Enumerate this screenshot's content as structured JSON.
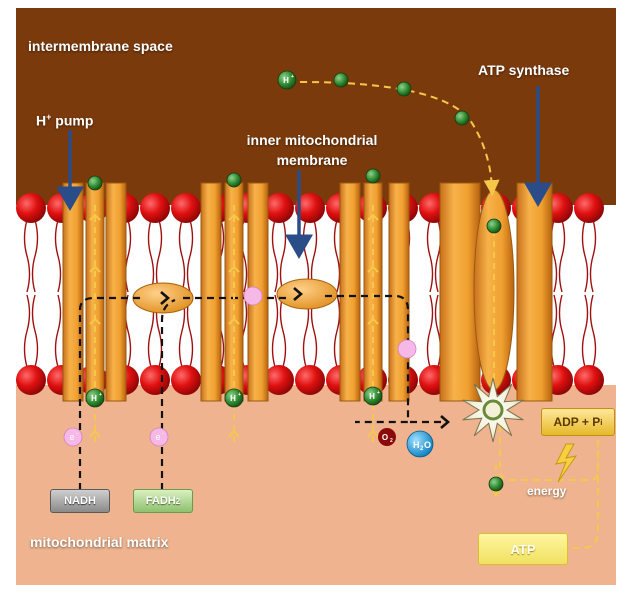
{
  "labels": {
    "intermembrane_space": "intermembrane space",
    "h_pump": "H",
    "h_pump_sup": "+",
    "h_pump_rest": " pump",
    "inner_membrane_line1": "inner mitochondrial",
    "inner_membrane_line2": "membrane",
    "atp_synthase": "ATP synthase",
    "mitochondrial_matrix": "mitochondrial matrix",
    "energy": "energy"
  },
  "boxes": {
    "nadh": "NADH",
    "fadh2": "FADH",
    "fadh2_sub": "2",
    "adp_pi": "ADP + P",
    "adp_pi_sub": "i",
    "atp": "ATP"
  },
  "ions": {
    "h_plus": "H",
    "h_plus_sup": "+",
    "electron": "e",
    "electron_sup": "-",
    "o2": "O",
    "o2_sub": "2",
    "h2o": "H",
    "h2o_sub": "2",
    "h2o_o": "O"
  },
  "colors": {
    "intermembrane": "#7b3a0c",
    "matrix": "#efb48f",
    "membrane_core": "#ffffff",
    "lipid_head": "#e01010",
    "protein": "#f0a030",
    "proton": "#3a8a3a",
    "electron": "#f6b8e6",
    "label_arrow": "#2a4d8a"
  }
}
